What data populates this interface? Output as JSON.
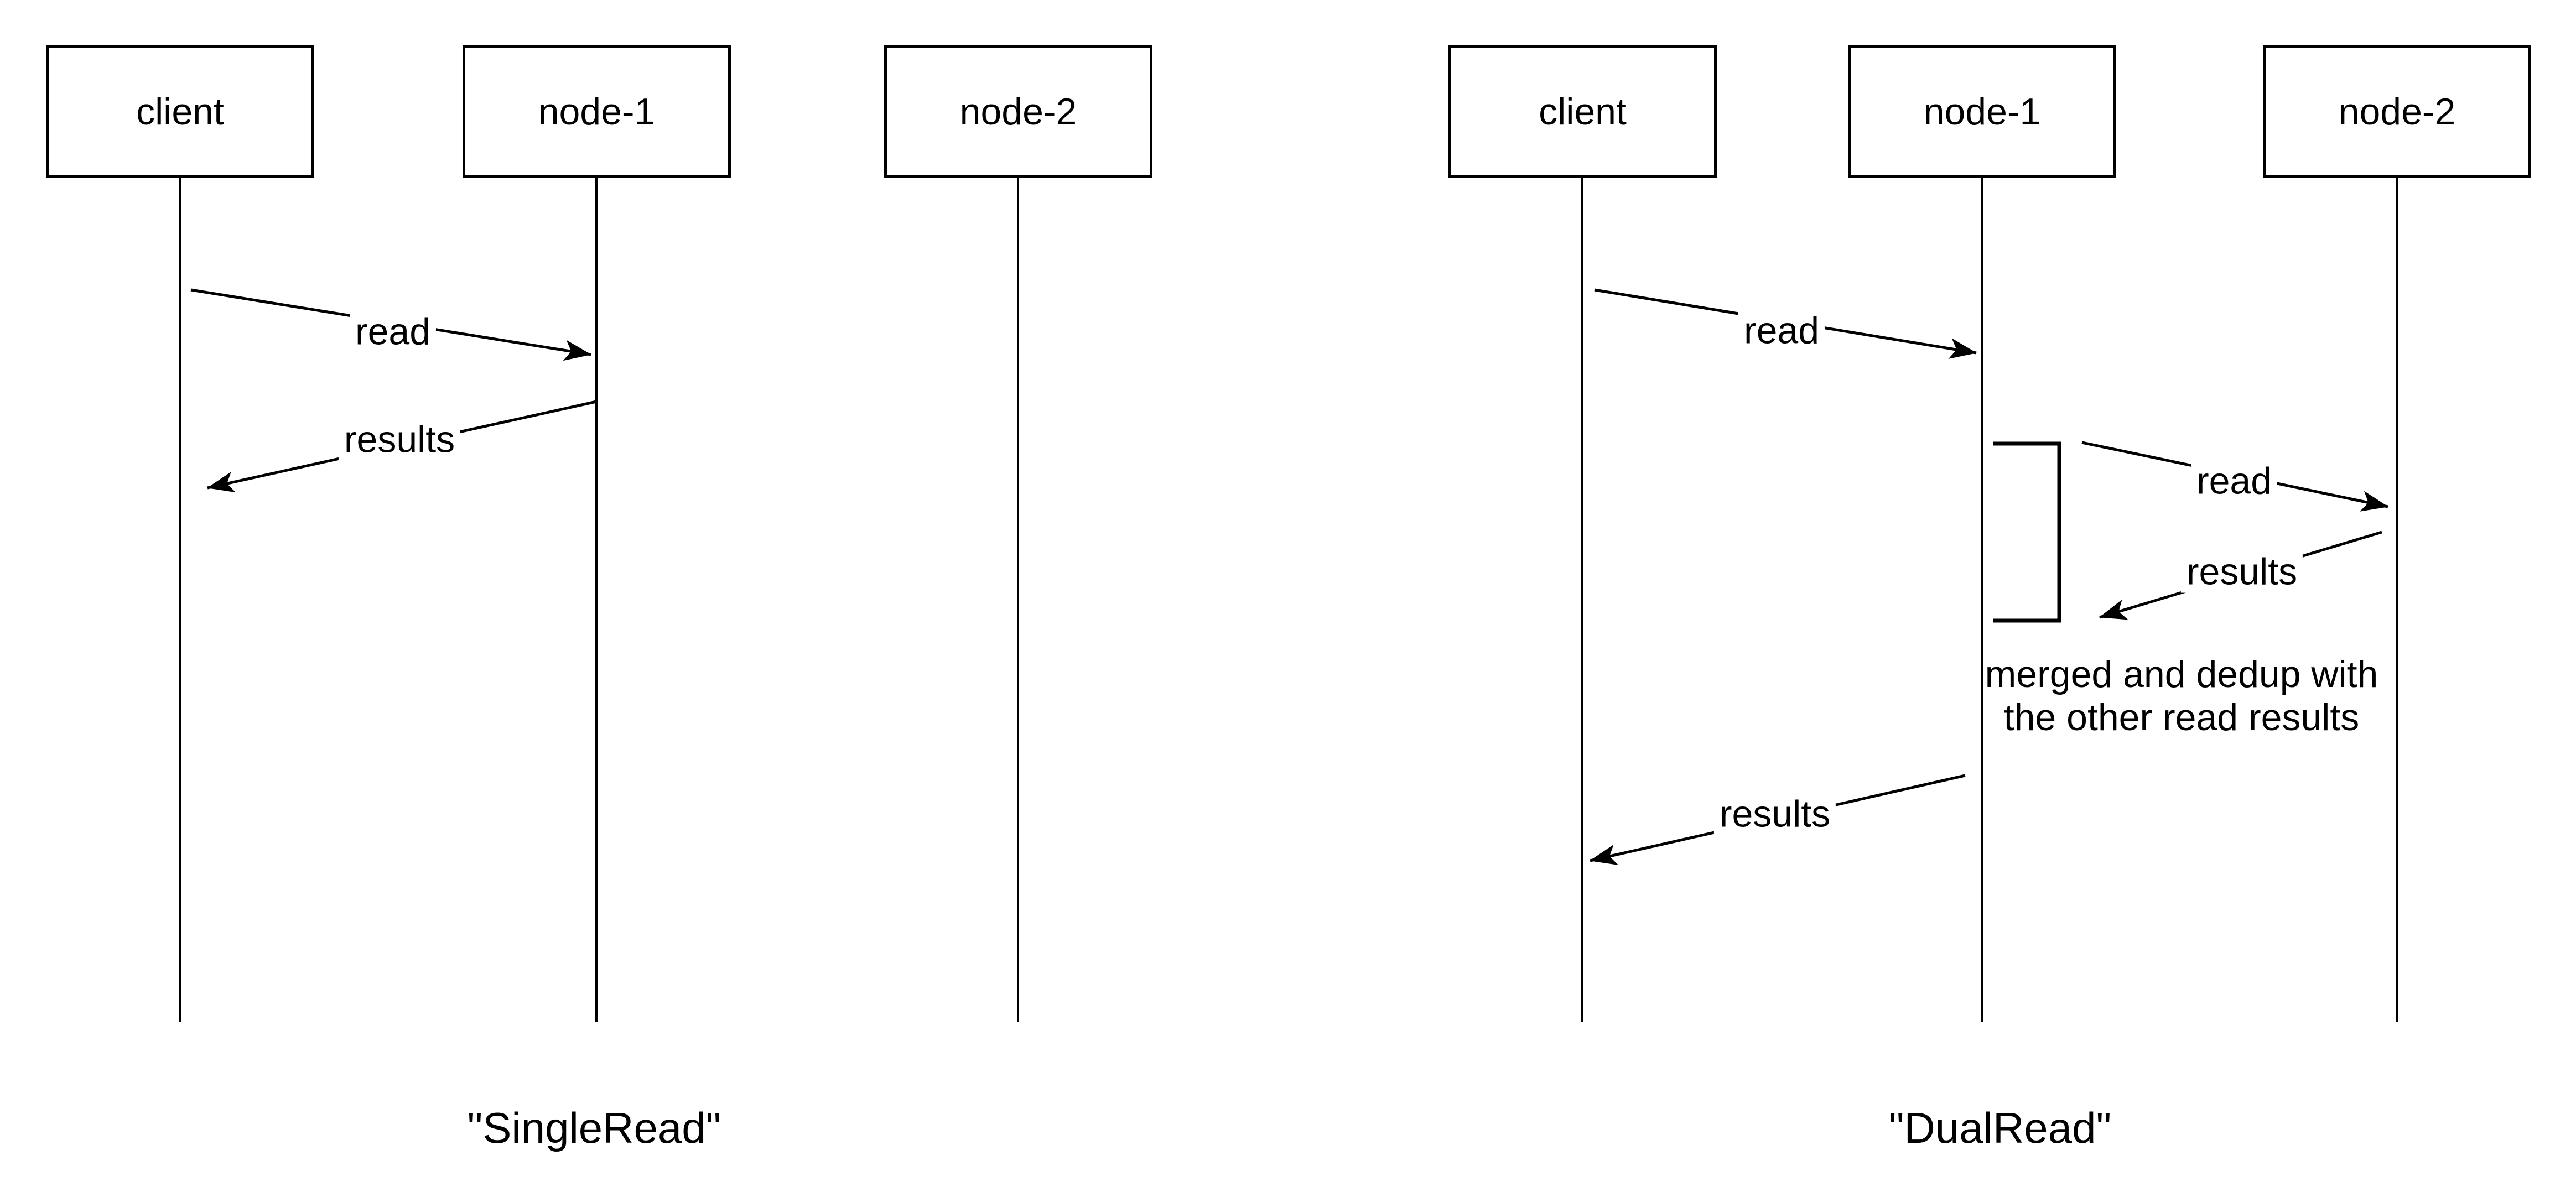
{
  "diagrams": [
    {
      "caption": "\"SingleRead\"",
      "actors": [
        {
          "label": "client"
        },
        {
          "label": "node-1"
        },
        {
          "label": "node-2"
        }
      ],
      "messages": [
        {
          "label": "read",
          "from": "client",
          "to": "node-1"
        },
        {
          "label": "results",
          "from": "node-1",
          "to": "client"
        }
      ]
    },
    {
      "caption": "\"DualRead\"",
      "actors": [
        {
          "label": "client"
        },
        {
          "label": "node-1"
        },
        {
          "label": "node-2"
        }
      ],
      "messages": [
        {
          "label": "read",
          "from": "client",
          "to": "node-1"
        },
        {
          "label": "read",
          "from": "node-1",
          "to": "node-2"
        },
        {
          "label": "results",
          "from": "node-2",
          "to": "node-1"
        },
        {
          "label": "results",
          "from": "node-1",
          "to": "client"
        }
      ],
      "note": {
        "line1": "merged and dedup with",
        "line2": "the other read results"
      }
    }
  ],
  "colors": {
    "stroke": "#000000",
    "background": "#ffffff"
  }
}
